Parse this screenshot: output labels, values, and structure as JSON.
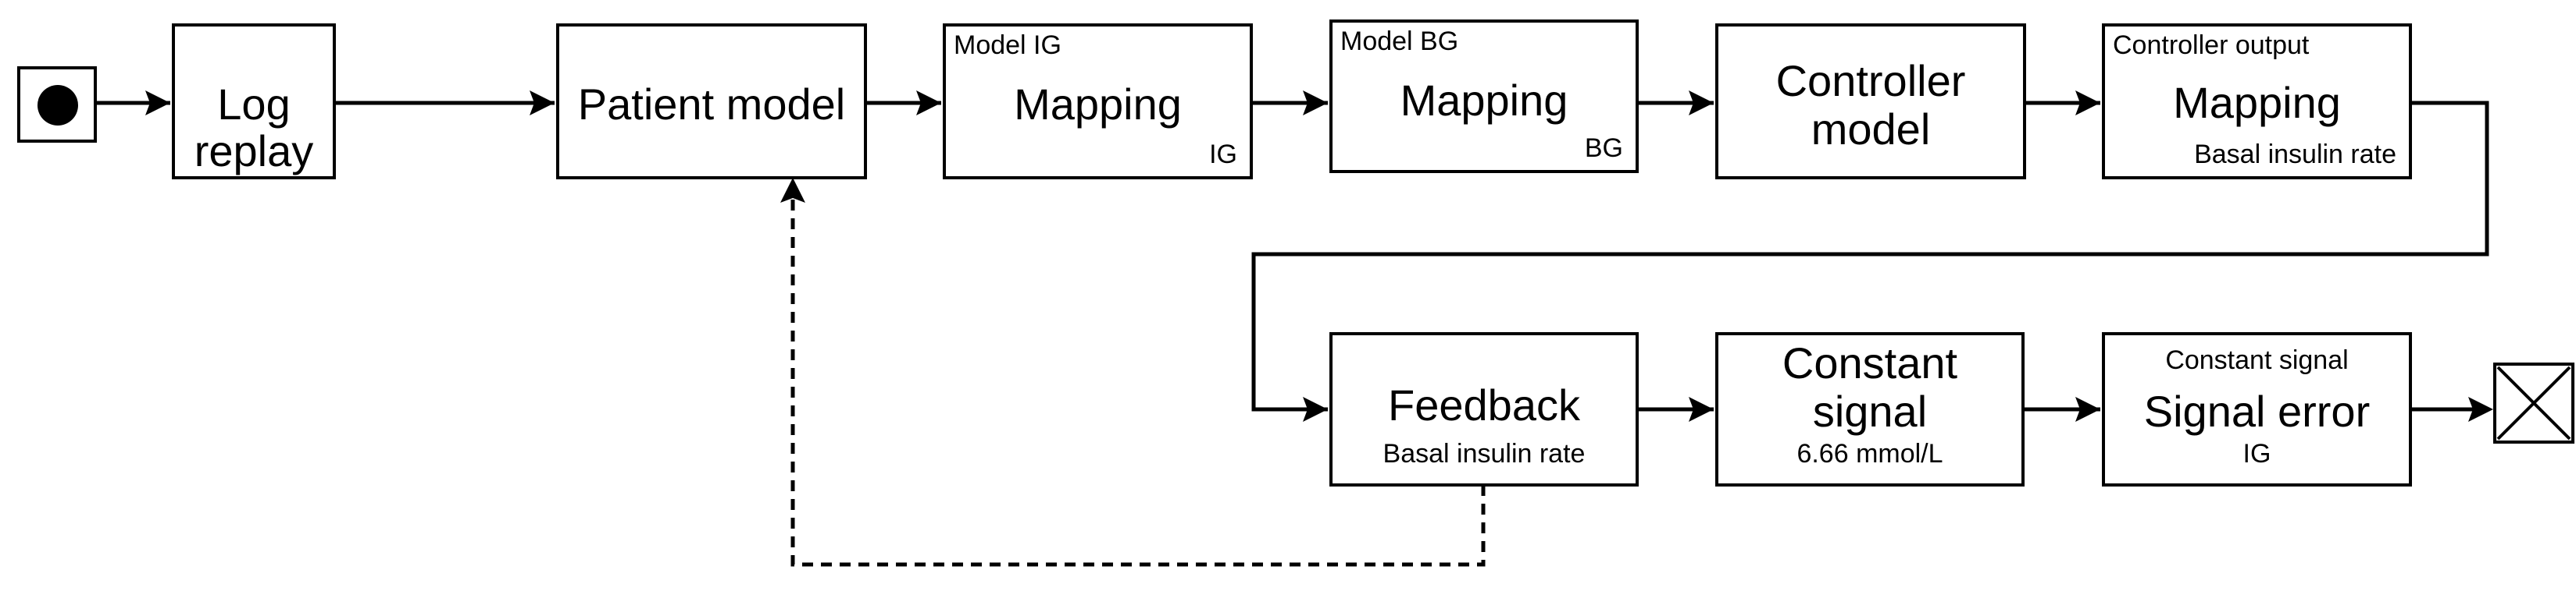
{
  "diagram": {
    "nodes": {
      "log_replay": {
        "title": "Log replay"
      },
      "patient_model": {
        "title": "Patient model"
      },
      "mapping_ig": {
        "corner": "Model IG",
        "title": "Mapping",
        "sub": "IG"
      },
      "mapping_bg": {
        "corner": "Model BG",
        "title": "Mapping",
        "sub": "BG"
      },
      "controller_model": {
        "title_line1": "Controller",
        "title_line2": "model"
      },
      "mapping_controller": {
        "corner": "Controller output",
        "title": "Mapping",
        "sub": "Basal insulin rate"
      },
      "feedback": {
        "title": "Feedback",
        "sub": "Basal insulin rate"
      },
      "constant_signal": {
        "title_line1": "Constant",
        "title_line2": "signal",
        "sub": "6.66 mmol/L"
      },
      "signal_error": {
        "corner": "Constant signal",
        "title": "Signal error",
        "sub": "IG"
      }
    },
    "edges": [
      {
        "from": "start",
        "to": "log_replay",
        "style": "solid"
      },
      {
        "from": "log_replay",
        "to": "patient_model",
        "style": "solid"
      },
      {
        "from": "patient_model",
        "to": "mapping_ig",
        "style": "solid"
      },
      {
        "from": "mapping_ig",
        "to": "mapping_bg",
        "style": "solid"
      },
      {
        "from": "mapping_bg",
        "to": "controller_model",
        "style": "solid"
      },
      {
        "from": "controller_model",
        "to": "mapping_controller",
        "style": "solid"
      },
      {
        "from": "mapping_controller",
        "to": "feedback",
        "style": "solid"
      },
      {
        "from": "feedback",
        "to": "constant_signal",
        "style": "solid"
      },
      {
        "from": "constant_signal",
        "to": "signal_error",
        "style": "solid"
      },
      {
        "from": "signal_error",
        "to": "end",
        "style": "solid"
      },
      {
        "from": "feedback",
        "to": "patient_model",
        "style": "dashed"
      }
    ]
  }
}
